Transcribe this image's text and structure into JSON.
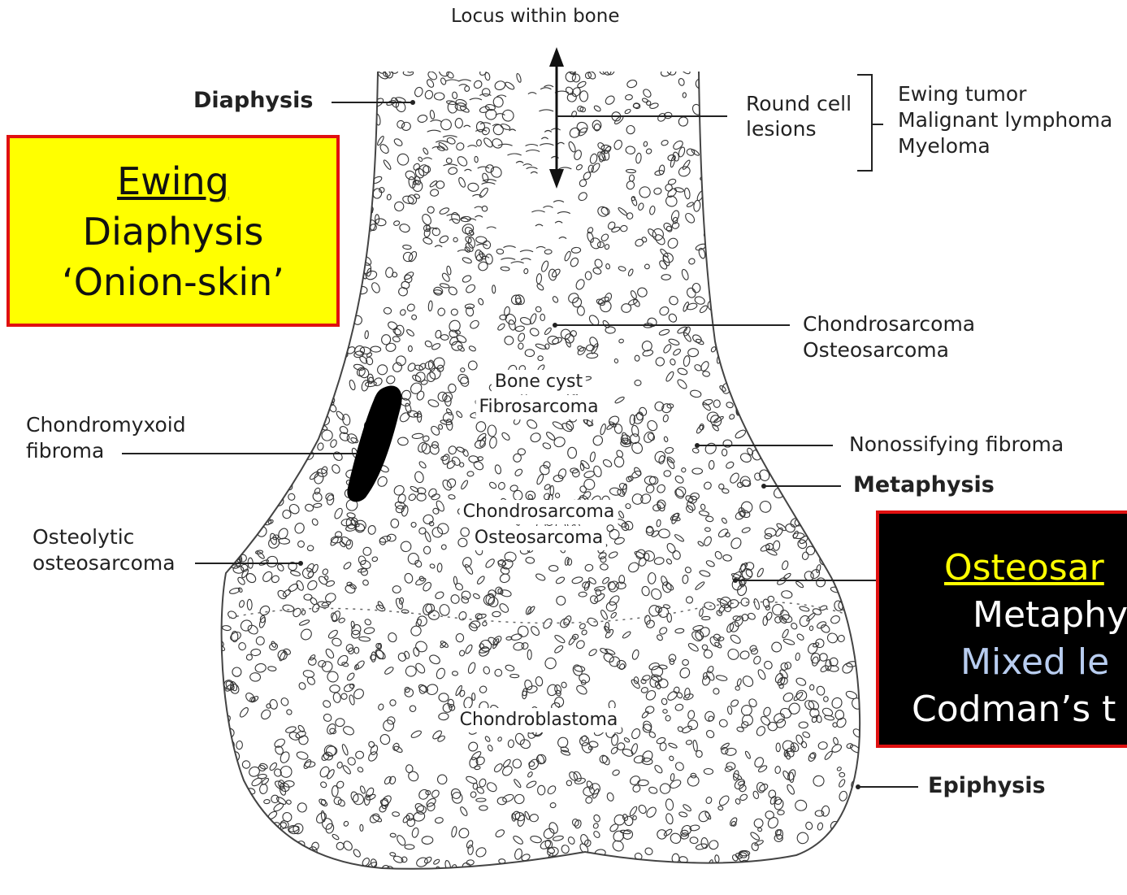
{
  "header": {
    "title": "Locus within bone"
  },
  "labels": {
    "diaphysis": "Diaphysis",
    "round_cell_1": "Round cell",
    "round_cell_2": "lesions",
    "ewing_tumor": "Ewing tumor",
    "malignant_lymphoma": "Malignant lymphoma",
    "myeloma": "Myeloma",
    "chondrosarcoma_right": "Chondrosarcoma",
    "osteosarcoma_right": "Osteosarcoma",
    "chondromyxoid_1": "Chondromyxoid",
    "chondromyxoid_2": "fibroma",
    "nonossifying": "Nonossifying fibroma",
    "metaphysis": "Metaphysis",
    "osteolytic_1": "Osteolytic",
    "osteolytic_2": "osteosarcoma",
    "epiphysis": "Epiphysis"
  },
  "inner_labels": {
    "bone_cyst": "Bone cyst",
    "fibrosarcoma": "Fibrosarcoma",
    "chondrosarcoma": "Chondrosarcoma",
    "osteosarcoma": "Osteosarcoma",
    "chondroblastoma": "Chondroblastoma"
  },
  "callout_ewing": {
    "line1": "Ewing",
    "line2": "Diaphysis",
    "line3": "‘Onion-skin’"
  },
  "callout_osteosarcoma": {
    "line1": "Osteosar",
    "line2": "Metaphy",
    "line3": "Mixed le",
    "line4": "Codman’s t"
  },
  "colors": {
    "yellow_box": "#ffff00",
    "box_border": "#e01010",
    "osteo_title": "#ffff00",
    "osteo_line2": "#ffffff",
    "osteo_line3": "#b8cdf0",
    "osteo_line4": "#ffffff"
  }
}
